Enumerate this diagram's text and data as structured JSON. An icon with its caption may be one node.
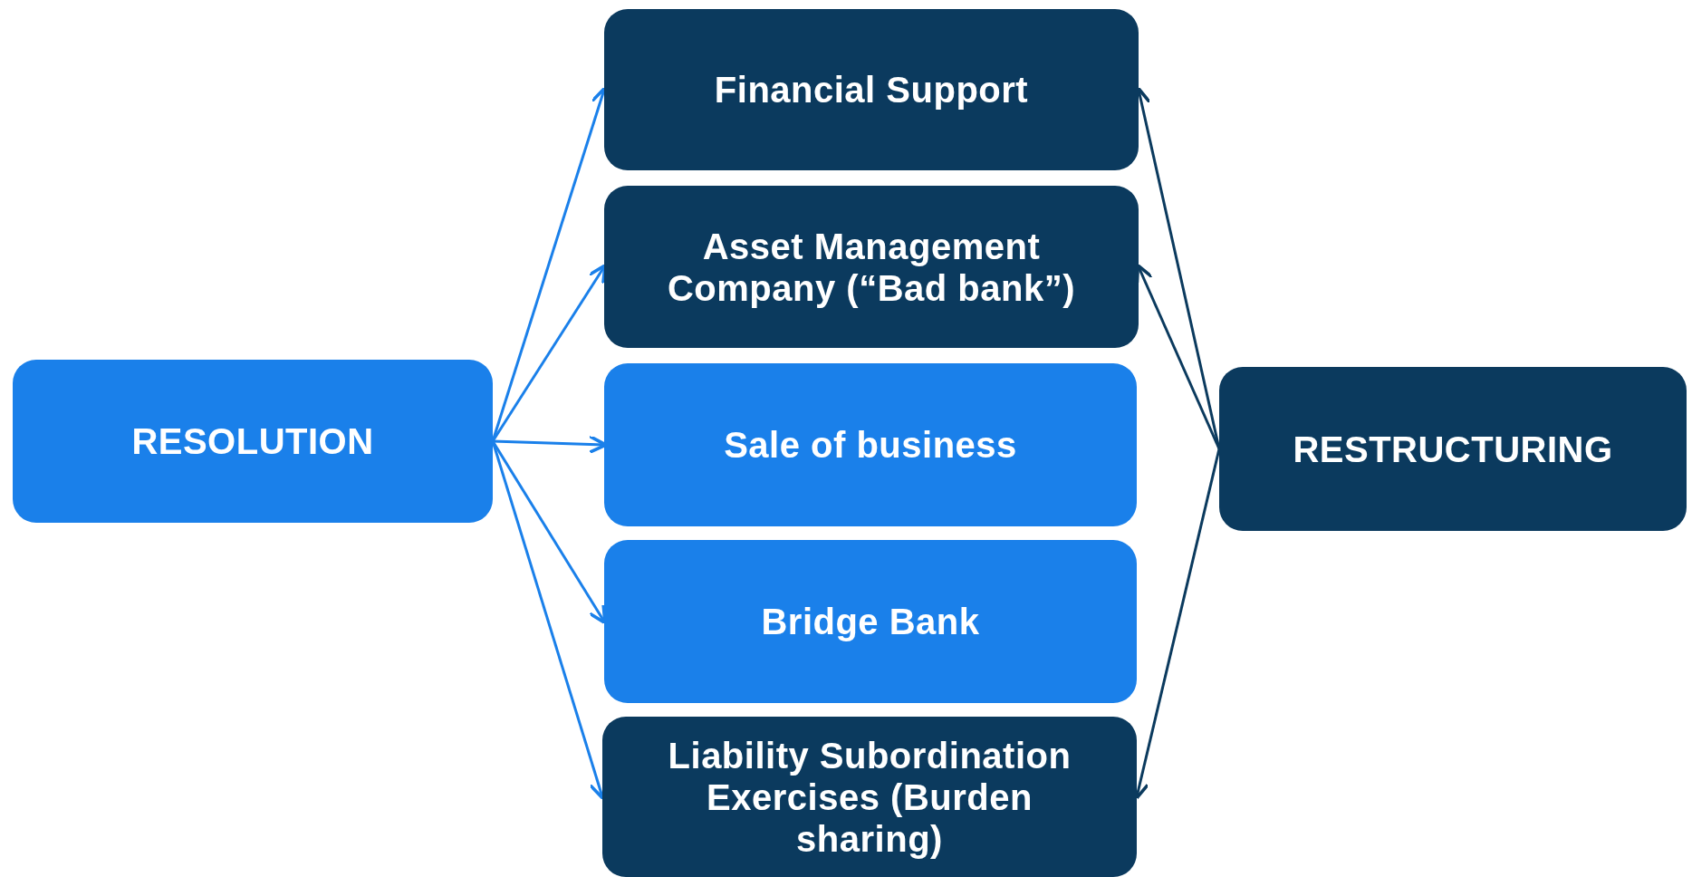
{
  "diagram": {
    "nodes": [
      {
        "text": [
          "Financial Support"
        ]
      },
      {
        "text": [
          "Asset Management Company (“Bad bank”)"
        ]
      },
      {
        "text": [
          "RESOLUTION"
        ]
      },
      {
        "text": [
          "Sale of business"
        ]
      },
      {
        "text": [
          "RESTRUCTURING"
        ]
      },
      {
        "text": [
          "Bridge Bank"
        ]
      },
      {
        "text": [
          "Liability Subordination Exercises (Burden sharing)"
        ]
      }
    ],
    "edges": [
      {
        "from": 2,
        "to": 0,
        "arrow": "to"
      },
      {
        "from": 2,
        "to": 1,
        "arrow": "to"
      },
      {
        "from": 2,
        "to": 3,
        "arrow": "to"
      },
      {
        "from": 2,
        "to": 5,
        "arrow": "to"
      },
      {
        "from": 2,
        "to": 6,
        "arrow": "to"
      },
      {
        "from": 4,
        "to": 0,
        "arrow": "to",
        "color": "#0b3a5e"
      },
      {
        "from": 4,
        "to": 1,
        "arrow": "to",
        "color": "#0b3a5e"
      },
      {
        "from": 4,
        "to": 6,
        "arrow": "to",
        "color": "#0b3a5e"
      }
    ]
  }
}
